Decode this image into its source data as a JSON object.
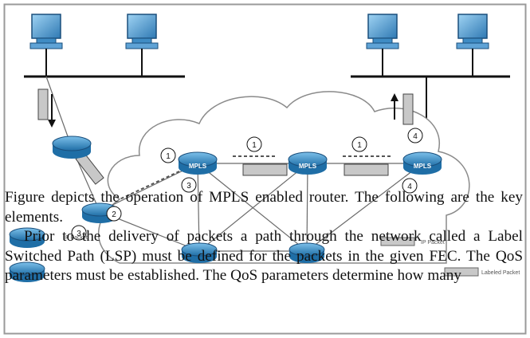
{
  "diagram": {
    "router_label": "MPLS",
    "step_numbers": [
      "1",
      "1",
      "1",
      "2",
      "3",
      "3",
      "4",
      "4"
    ],
    "legend": [
      {
        "label": "IP Packet"
      },
      {
        "label": "IP Packet"
      },
      {
        "label": "Labeled Packet"
      }
    ],
    "colors": {
      "router": "#2e7fb5",
      "cloud_stroke": "#8a8a8a",
      "packet": "#c8c8c8",
      "monitor": "#3f8cc4",
      "border": "#9a9a9a"
    }
  },
  "text": {
    "paragraph1": "Figure depicts the operation of MPLS enabled router. The following are the key elements.",
    "paragraph2": "Prior to the delivery of packets a path through the network called a Label Switched Path (LSP) must be defined for the packets in the given FEC. The QoS parameters must be established. The QoS parameters determine how many"
  }
}
